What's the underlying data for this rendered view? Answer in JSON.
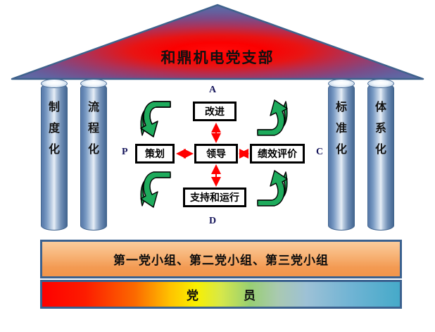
{
  "diagram": {
    "title": "和鼎机电党支部",
    "roof": {
      "label": "和鼎机电党支部",
      "center_color": "#ff0000",
      "edge_color": "#5a6fa6",
      "border_color": "#3f628c"
    },
    "pillars": [
      {
        "name": "pillar-zhiduhua",
        "chars": [
          "制",
          "度",
          "化"
        ],
        "text": "制度化"
      },
      {
        "name": "pillar-liuchenghua",
        "chars": [
          "流",
          "程",
          "化"
        ],
        "text": "流程化"
      },
      {
        "name": "pillar-biaozhunhua",
        "chars": [
          "标",
          "准",
          "化"
        ],
        "text": "标准化"
      },
      {
        "name": "pillar-tixihua",
        "chars": [
          "体",
          "系",
          "化"
        ],
        "text": "体系化"
      }
    ],
    "pdca": {
      "nodes": {
        "top": "改进",
        "left": "策划",
        "center": "领导",
        "right": "绩效评价",
        "bottom": "支持和运行"
      },
      "phase_labels": {
        "a": "A",
        "p": "P",
        "c": "C",
        "d": "D"
      },
      "connector_color": "#ff0000",
      "cycle_arrow_color": "#1e9e55",
      "node_border_color": "#000000"
    },
    "bars": [
      {
        "name": "party-groups-bar",
        "text": "第一党小组、第二党小组、第三党小组",
        "fill": "#f39a52",
        "border": "#3b618f"
      },
      {
        "name": "party-members-bar",
        "text": "党　　员",
        "fill_start": "#fe0000",
        "fill_end": "#46aac9",
        "border": "#3b618f"
      }
    ]
  }
}
